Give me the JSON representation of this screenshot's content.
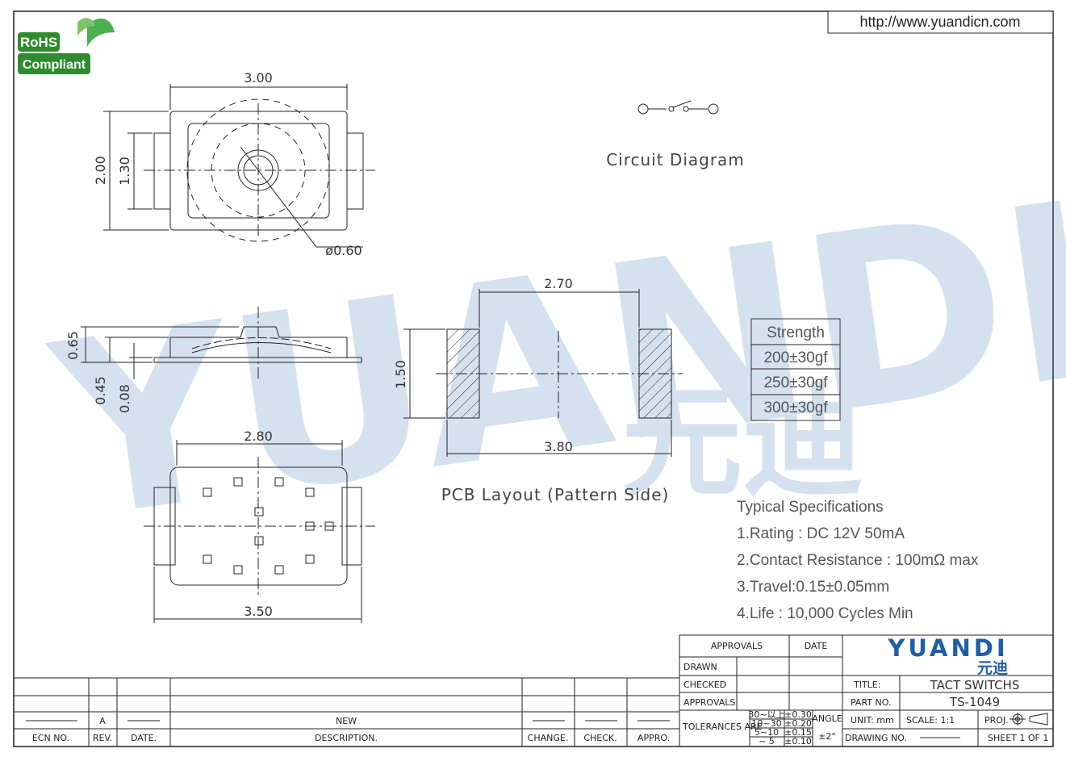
{
  "header": {
    "url": "http://www.yuandicn.com"
  },
  "logo_rohs": {
    "line1": "RoHS",
    "line2": "Compliant",
    "color": "#2e8b2e"
  },
  "watermark": {
    "latin": "YUANDI",
    "chinese": "元迪",
    "color": "#3f7fc0"
  },
  "drawing": {
    "top_view": {
      "width": "3.00",
      "height": "2.00",
      "inner_height": "1.30",
      "diameter": "ø0.60"
    },
    "side_view": {
      "total": "0.65",
      "body": "0.45",
      "base": "0.08"
    },
    "bottom_view": {
      "inner_width": "2.80",
      "outer_width": "3.50"
    },
    "pcb": {
      "gap": "2.70",
      "pad_height": "1.50",
      "span": "3.80",
      "caption": "PCB Layout (Pattern Side)"
    },
    "circuit": {
      "caption": "Circuit Diagram"
    }
  },
  "strength_table": {
    "header": "Strength",
    "rows": [
      "200±30gf",
      "250±30gf",
      "300±30gf"
    ]
  },
  "specs": {
    "title": "Typical Specifications",
    "items": [
      "1.Rating : DC 12V 50mA",
      "2.Contact Resistance : 100mΩ max",
      "3.Travel:0.15±0.05mm",
      "4.Life : 10,000 Cycles Min"
    ]
  },
  "title_block": {
    "approvals_header": "APPROVALS",
    "date_header": "DATE",
    "drawn": "DRAWN",
    "checked": "CHECKED",
    "approvals": "APPROVALS",
    "brand": "YUANDI",
    "brand_cn": "元迪",
    "brand_color": "#1f5fa8",
    "title_label": "TITLE:",
    "title_value": "TACT SWITCHS",
    "part_label": "PART NO.",
    "part_value": "TS-1049",
    "tolerances_label": "TOLERANCES ARE",
    "tol_ranges": [
      "30~以上",
      "10~30",
      "5~10",
      "~ 5"
    ],
    "tol_values": [
      "±0.30",
      "±0.20",
      "±0.15",
      "±0.10"
    ],
    "angle_label": "ANGLE",
    "angle_value": "±2°",
    "unit": "UNIT: mm",
    "scale": "SCALE:   1:1",
    "proj": "PROJ.",
    "drawing_no_label": "DRAWING NO.",
    "sheet": "SHEET   1  OF  1"
  },
  "revision_block": {
    "rev": "A",
    "description": "NEW",
    "headers": [
      "ECN NO.",
      "REV.",
      "DATE.",
      "DESCRIPTION.",
      "CHANGE.",
      "CHECK.",
      "APPRO."
    ]
  }
}
